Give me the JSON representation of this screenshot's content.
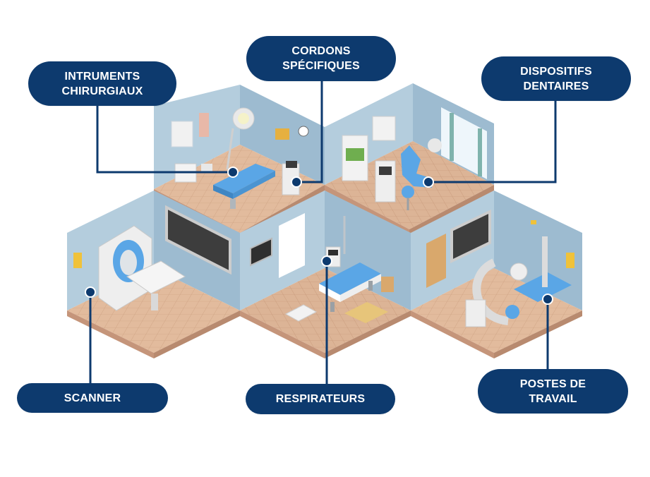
{
  "labels": {
    "instruments": "INTRUMENTS\nCHIRURGIAUX",
    "cordons": "CORDONS\nSPÉCIFIQUES",
    "dentaires": "DISPOSITIFS\nDENTAIRES",
    "scanner": "SCANNER",
    "respirateurs": "RESPIRATEURS",
    "postes": "POSTES DE\nTRAVAIL"
  },
  "colors": {
    "label_bg": "#0d3a6e",
    "label_text": "#ffffff",
    "connector": "#0d3a6e",
    "wall": "#a9c4d6",
    "wall_dark": "#8fb0c6",
    "floor": "#e0b89a",
    "floor_edge": "#c99b7c",
    "equipment_blue": "#5aa6e6"
  }
}
